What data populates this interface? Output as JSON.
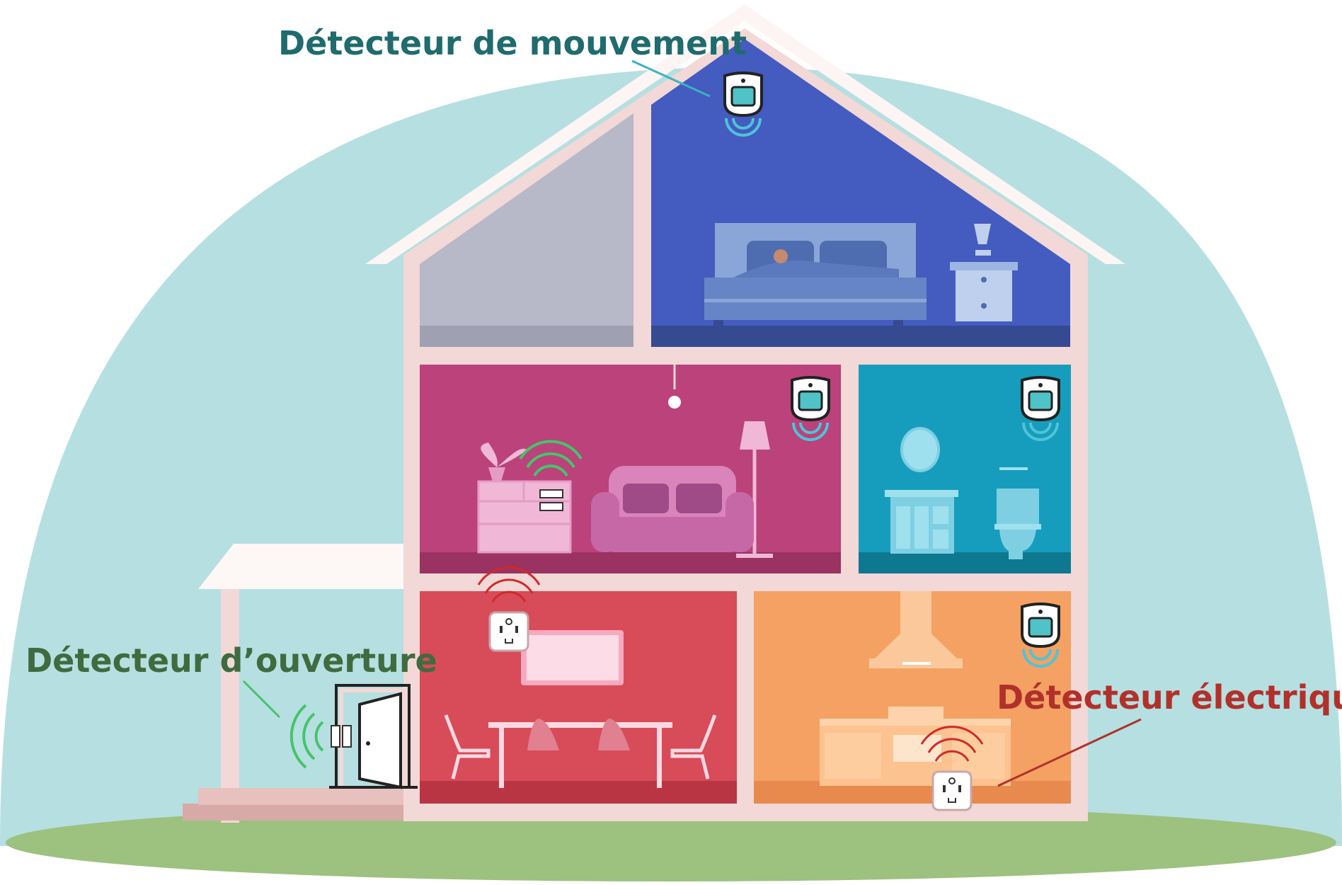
{
  "labels": {
    "motion": "Détecteur de mouvement",
    "door": "Détecteur d’ouverture",
    "electric": "Détecteur électrique"
  },
  "colors": {
    "motion": "#1f6b6e",
    "door": "#3f6b3f",
    "electric": "#b1312a",
    "sky": "#b6dfe1",
    "grass": "#9dc17f",
    "house": "#f2d8d6",
    "attic": "#b7b8c8",
    "bedroom": "#445bbf",
    "living_room": "#bb427a",
    "bathroom": "#169dbd",
    "dining_room": "#d84b58",
    "kitchen": "#f4a163"
  },
  "icons": [
    "motion-sensor-icon",
    "smart-plug-icon",
    "door-sensor-icon",
    "wireless-signal-icon",
    "bed-icon",
    "sofa-icon",
    "table-icon",
    "door-icon"
  ]
}
